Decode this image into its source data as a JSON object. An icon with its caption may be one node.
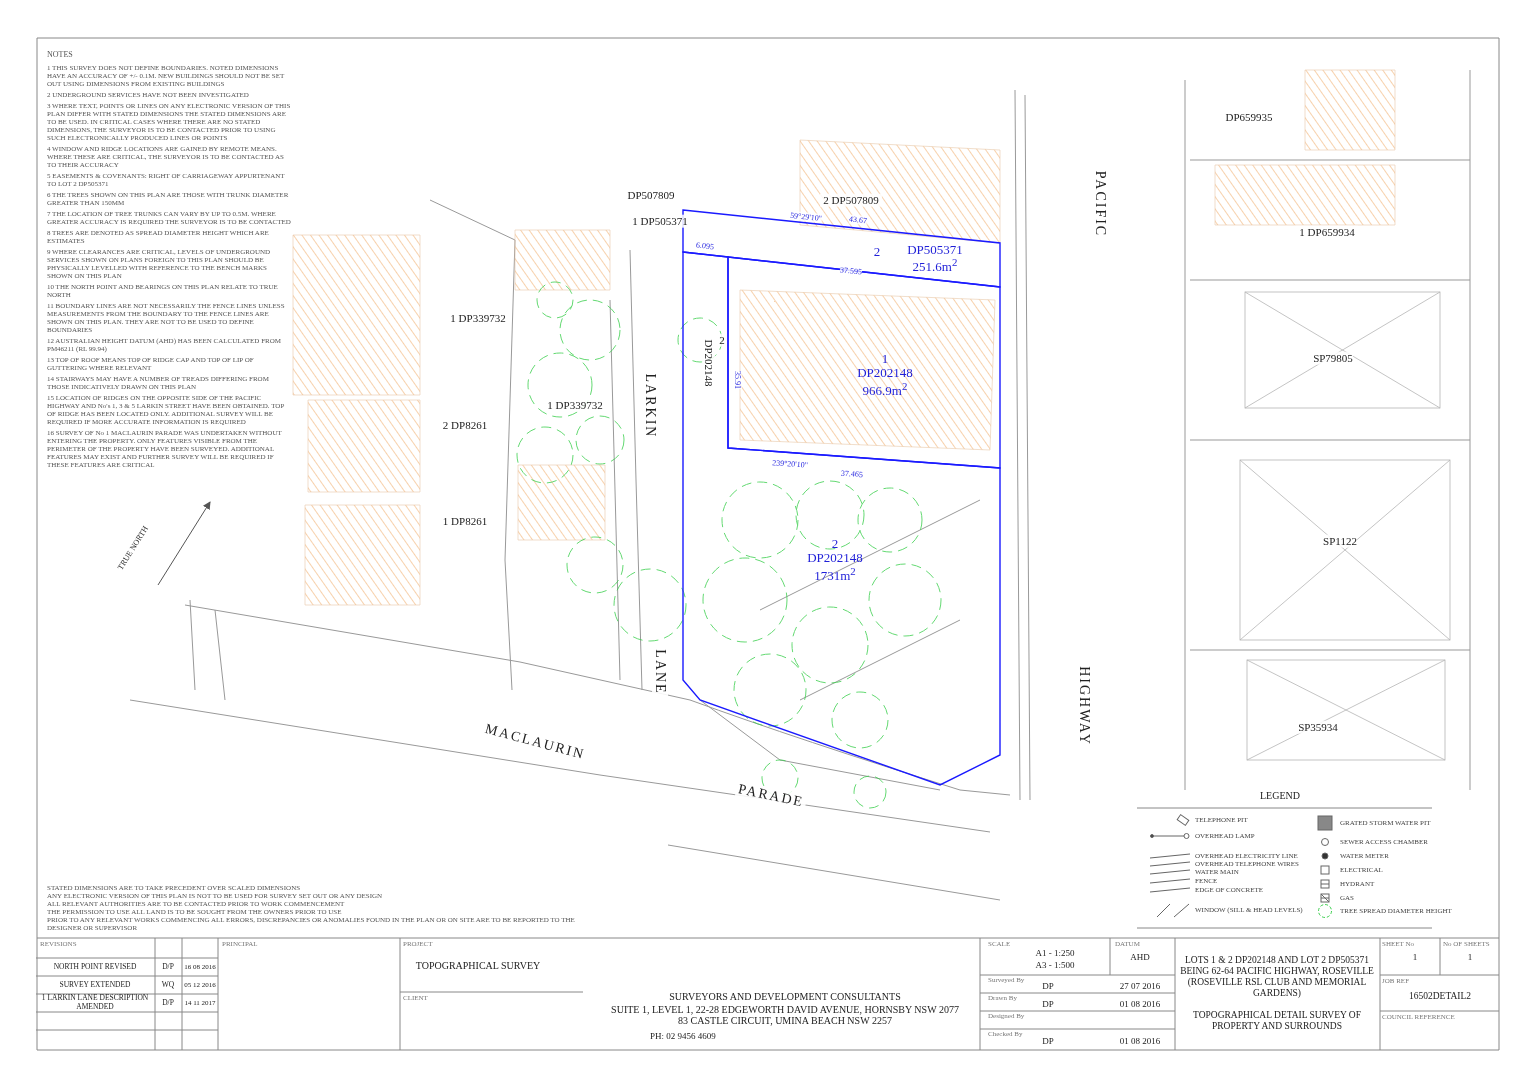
{
  "diagram": {
    "nodes": [
      {
        "text": [
          "2",
          "DP505371 251.6m$^{2}$"
        ]
      },
      {
        "text": [
          "1 DP202148 966.9m$^{2}$"
        ]
      },
      {
        "text": [
          "2 DP202148 1731m$^{2}$"
        ]
      }
    ],
    "labels": [
      "NOTES",
      "1 THIS SURVEY DOES NOT DEFINE BOUNDARIES. NOTED DIMENSIONS HAVE AN ACCURACY OF +/- 0.1M. NEW BUILDINGS SHOULD NOT BE SET OUT USING DIMENSIONS FROM EXISTING BUILDINGS",
      "2 UNDERGROUND SERVICES HAVE NOT BEEN INVESTIGATED",
      "3 WHERE TEXT, POINTS OR LINES ON ANY ELECTRONIC VERSION OF THIS PLAN DIFFER WITH STATED DIMENSIONS THE STATED DIMENSIONS ARE TO BE USED. IN CRITICAL CASES WHERE THERE ARE NO STATED DIMENSIONS, THE SURVEYOR IS TO BE CONTACTED PRIOR TO USING SUCH ELECTRONICALLY PRODUCED LINES OR POINTS",
      "4 WINDOW AND RIDGE LOCATIONS ARE GAINED BY REMOTE MEANS. WHERE THESE ARE CRITICAL, THE SURVEYOR IS TO BE CONTACTED AS TO THEIR ACCURACY",
      "5 EASEMENTS & COVENANTS: RIGHT OF CARRIAGEWAY APPURTENANT TO LOT 2 DP505371",
      "6 THE TREES SHOWN ON THIS PLAN ARE THOSE WITH TRUNK DIAMETER GREATER THAN 150MM",
      "7 THE LOCATION OF TREE TRUNKS CAN VARY BY UP TO 0.5M. WHERE GREATER ACCURACY IS REQUIRED THE SURVEYOR IS TO BE CONTACTED",
      "8 TREES ARE DENOTED AS SPREAD DIAMETER HEIGHT WHICH ARE ESTIMATES",
      "9 WHERE CLEARANCES ARE CRITICAL, LEVELS OF UNDERGROUND SERVICES SHOWN ON PLANS FOREIGN TO THIS PLAN SHOULD BE PHYSICALLY LEVELLED WITH REFERENCE TO THE BENCH MARKS SHOWN ON THIS PLAN",
      "10 THE NORTH POINT AND BEARINGS ON THIS PLAN RELATE TO TRUE NORTH",
      "11 BOUNDARY LINES ARE NOT NECESSARILY THE FENCE LINES UNLESS MEASUREMENTS FROM THE BOUNDARY TO THE FENCE LINES ARE SHOWN ON THIS PLAN. THEY ARE NOT TO BE USED TO DEFINE BOUNDARIES",
      "12 AUSTRALIAN HEIGHT DATUM (AHD) HAS BEEN CALCULATED FROM PM46211 (RL 99.94)",
      "13 TOP OF ROOF MEANS TOP OF RIDGE CAP AND TOP OF LIP OF GUTTERING WHERE RELEVANT",
      "14 STAIRWAYS MAY HAVE A NUMBER OF TREADS DIFFERING FROM THOSE INDICATIVELY DRAWN ON THIS PLAN",
      "15 LOCATION OF RIDGES ON THE OPPOSITE SIDE OF THE PACIFIC HIGHWAY AND No's 1, 3 & 5 LARKIN STREET HAVE BEEN OBTAINED. TOP OF RIDGE HAS BEEN LOCATED ONLY. ADDITIONAL SURVEY WILL BE REQUIRED IF MORE ACCURATE INFORMATION IS REQUIRED",
      "16 SURVEY OF No 1 MACLAURIN PARADE WAS UNDERTAKEN WITHOUT ENTERING THE PROPERTY. ONLY FEATURES VISIBLE FROM THE PERIMETER OF THE PROPERTY HAVE BEEN SURVEYED. ADDITIONAL FEATURES MAY EXIST AND FURTHER SURVEY WILL BE REQUIRED IF THESE FEATURES ARE CRITICAL",
      "MACLAURIN",
      "PARADE",
      "LARKIN",
      "LANE",
      "PACIFIC",
      "HIGHWAY",
      "TRUE NORTH",
      "1 DP339732",
      "1 DP339732",
      "2 DP8261",
      "1 DP8261",
      "DP507809",
      "2 DP507809",
      "1 DP505371",
      "DP659935",
      "1 DP659934",
      "SP79805",
      "SP1122",
      "SP35934",
      "DP202148",
      "2",
      "59°29'10\"",
      "43.67",
      "6.095",
      "37.595",
      "239°20'10\"",
      "37.465",
      "35.91",
      "LEGEND",
      "STATED DIMENSIONS ARE TO TAKE PRECEDENT OVER SCALED DIMENSIONS",
      "ANY ELECTRONIC VERSION OF THIS PLAN IS NOT TO BE USED FOR SURVEY SET OUT OR ANY DESIGN",
      "ALL RELEVANT AUTHORITIES ARE TO BE CONTACTED PRIOR TO WORK COMMENCEMENT",
      "THE PERMISSION TO USE ALL LAND IS TO BE SOUGHT FROM THE OWNERS PRIOR TO USE",
      "PRIOR TO ANY RELEVANT WORKS COMMENCING ALL ERRORS, DISCREPANCIES OR ANOMALIES FOUND IN THE PLAN OR ON SITE ARE TO BE REPORTED TO THE DESIGNER OR SUPERVISOR",
      "REVISIONS",
      "PRINCIPAL",
      "NORTH POINT REVISED",
      "D/P",
      "16 08 2016",
      "SURVEY EXTENDED",
      "WQ",
      "05 12 2016",
      "1 LARKIN LANE DESCRIPTION AMENDED",
      "D/P",
      "14 11 2017",
      "PROJECT",
      "TOPOGRAPHICAL SURVEY",
      "CLIENT",
      "SURVEYORS AND DEVELOPMENT CONSULTANTS",
      "SUITE 1, LEVEL 1, 22-28 EDGEWORTH DAVID AVENUE, HORNSBY NSW 2077",
      "83 CASTLE CIRCUIT, UMINA BEACH NSW 2257",
      "PH: 02 9456 4609",
      "SCALE",
      "A1 - 1:250",
      "A3 - 1:500",
      "DATUM",
      "AHD",
      "Surveyed By",
      "DP",
      "27 07 2016",
      "Drawn By",
      "DP",
      "01 08 2016",
      "Designed By",
      "Checked By",
      "DP",
      "01 08 2016",
      "LOTS 1 & 2 DP202148 AND LOT 2 DP505371 BEING 62-64 PACIFIC HIGHWAY, ROSEVILLE (ROSEVILLE RSL CLUB AND MEMORIAL GARDENS)",
      "TOPOGRAPHICAL DETAIL SURVEY OF PROPERTY AND SURROUNDS",
      "SHEET No",
      "1",
      "No OF SHEETS",
      "1",
      "JOB REF",
      "16502DETAIL2",
      "COUNCIL REFERENCE"
    ],
    "legend": [
      {
        "text": "TELEPHONE PIT"
      },
      {
        "text": "OVERHEAD LAMP"
      },
      {
        "text": "OVERHEAD ELECTRICITY LINE"
      },
      {
        "text": "OVERHEAD TELEPHONE WIRES"
      },
      {
        "text": "WATER MAIN"
      },
      {
        "text": "FENCE"
      },
      {
        "text": "EDGE OF CONCRETE"
      },
      {
        "text": "WINDOW (SILL & HEAD LEVELS)"
      },
      {
        "text": "GRATED STORM WATER PIT"
      },
      {
        "text": "SEWER ACCESS CHAMBER"
      },
      {
        "text": "WATER METER"
      },
      {
        "text": "ELECTRICAL"
      },
      {
        "text": "HYDRANT"
      },
      {
        "text": "GAS"
      },
      {
        "text": "TREE SPREAD DIAMETER HEIGHT"
      }
    ]
  }
}
